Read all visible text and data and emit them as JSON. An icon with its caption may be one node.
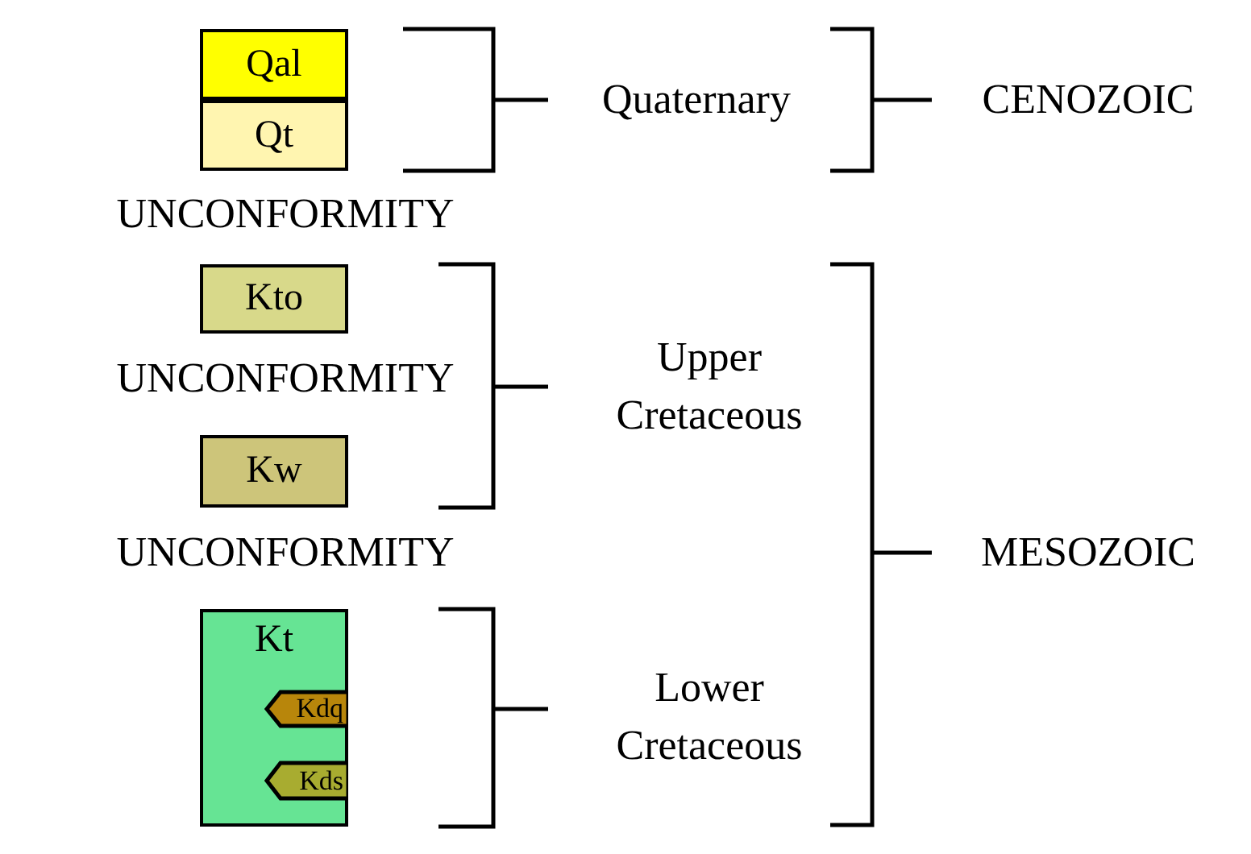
{
  "diagram": {
    "nodes": [
      {
        "text": [
          "Qal"
        ]
      },
      {
        "text": [
          "Qt"
        ]
      },
      {
        "text": [
          "Kto"
        ]
      },
      {
        "text": [
          "Kw"
        ]
      },
      {
        "text": [
          "Kt"
        ]
      },
      {
        "text": [
          "Kdq"
        ],
        "in": 4
      },
      {
        "text": [
          "Kds"
        ],
        "in": 4
      }
    ],
    "labels": [
      "Quaternary",
      "CENOZOIC",
      "UNCONFORMITY",
      "UNCONFORMITY",
      "Upper Cretaceous",
      "UNCONFORMITY",
      "MESOZOIC",
      "Lower Cretaceous"
    ]
  }
}
